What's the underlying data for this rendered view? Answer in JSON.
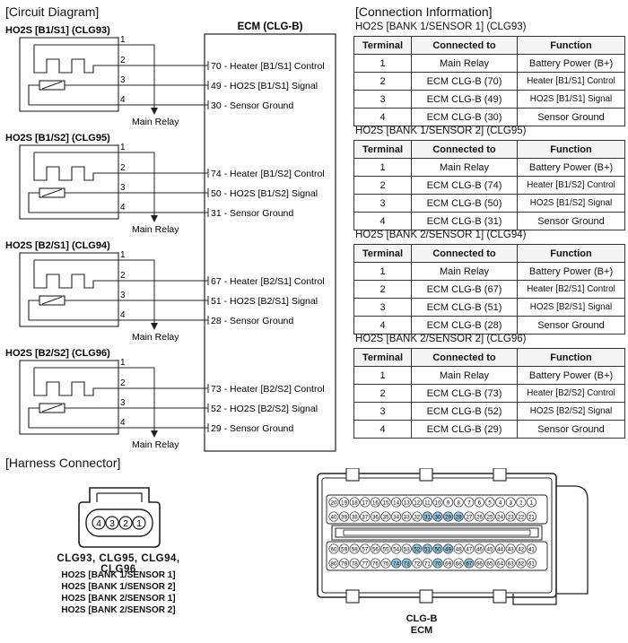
{
  "headers": {
    "circuit": "[Circuit Diagram]",
    "connection": "[Connection Information]",
    "harness": "[Harness Connector]"
  },
  "ecm_label": "ECM (CLG-B)",
  "main_relay": "Main Relay",
  "sensors": [
    {
      "title": "HO2S [B1/S1] (CLG93)",
      "pins": [
        "1",
        "2",
        "3",
        "4"
      ],
      "ecm": [
        "70 - Heater [B1/S1] Control",
        "49 - HO2S [B1/S1] Signal",
        "30 - Sensor Ground"
      ]
    },
    {
      "title": "HO2S [B1/S2] (CLG95)",
      "pins": [
        "1",
        "2",
        "3",
        "4"
      ],
      "ecm": [
        "74 - Heater [B1/S2] Control",
        "50 - HO2S [B1/S2] Signal",
        "31 - Sensor Ground"
      ]
    },
    {
      "title": "HO2S [B2/S1] (CLG94)",
      "pins": [
        "1",
        "2",
        "3",
        "4"
      ],
      "ecm": [
        "67 - Heater [B2/S1] Control",
        "51 - HO2S [B2/S1] Signal",
        "28 - Sensor Ground"
      ]
    },
    {
      "title": "HO2S [B2/S2] (CLG96)",
      "pins": [
        "1",
        "2",
        "3",
        "4"
      ],
      "ecm": [
        "73 - Heater [B2/S2] Control",
        "52 - HO2S [B2/S2] Signal",
        "29 - Sensor Ground"
      ]
    }
  ],
  "table_headers": [
    "Terminal",
    "Connected to",
    "Function"
  ],
  "tables": [
    {
      "caption": "HO2S [BANK 1/SENSOR 1] (CLG93)",
      "rows": [
        [
          "1",
          "Main Relay",
          "Battery Power (B+)"
        ],
        [
          "2",
          "ECM CLG-B (70)",
          "Heater [B1/S1] Control"
        ],
        [
          "3",
          "ECM CLG-B (49)",
          "HO2S [B1/S1] Signal"
        ],
        [
          "4",
          "ECM CLG-B (30)",
          "Sensor Ground"
        ]
      ]
    },
    {
      "caption": "HO2S [BANK 1/SENSOR 2] (CLG95)",
      "rows": [
        [
          "1",
          "Main Relay",
          "Battery Power (B+)"
        ],
        [
          "2",
          "ECM CLG-B (74)",
          "Heater [B1/S2] Control"
        ],
        [
          "3",
          "ECM CLG-B (50)",
          "HO2S [B1/S2] Signal"
        ],
        [
          "4",
          "ECM CLG-B (31)",
          "Sensor Ground"
        ]
      ]
    },
    {
      "caption": "HO2S [BANK 2/SENSOR 1] (CLG94)",
      "rows": [
        [
          "1",
          "Main Relay",
          "Battery Power (B+)"
        ],
        [
          "2",
          "ECM CLG-B (67)",
          "Heater [B2/S1] Control"
        ],
        [
          "3",
          "ECM CLG-B (51)",
          "HO2S [B2/S1] Signal"
        ],
        [
          "4",
          "ECM CLG-B (28)",
          "Sensor Ground"
        ]
      ]
    },
    {
      "caption": "HO2S [BANK 2/SENSOR 2] (CLG96)",
      "rows": [
        [
          "1",
          "Main Relay",
          "Battery Power (B+)"
        ],
        [
          "2",
          "ECM CLG-B (73)",
          "Heater [B2/S2] Control"
        ],
        [
          "3",
          "ECM CLG-B (52)",
          "HO2S [B2/S2] Signal"
        ],
        [
          "4",
          "ECM CLG-B (29)",
          "Sensor Ground"
        ]
      ]
    }
  ],
  "harness": {
    "connector_pins": [
      "4",
      "3",
      "2",
      "1"
    ],
    "model_caption": "CLG93, CLG95, CLG94, CLG96",
    "sensor_list": [
      "HO2S [BANK 1/SENSOR 1]",
      "HO2S [BANK 1/SENSOR 2]",
      "HO2S [BANK 2/SENSOR 1]",
      "HO2S [BANK 2/SENSOR 2]"
    ],
    "ecm_caption": [
      "CLG-B",
      "ECM"
    ],
    "ecm_row1": [
      "20",
      "19",
      "18",
      "17",
      "16",
      "15",
      "14",
      "13",
      "12",
      "11",
      "10",
      "9",
      "8",
      "7",
      "6",
      "5",
      "4",
      "3",
      "2",
      "1"
    ],
    "ecm_row2": [
      "40",
      "39",
      "38",
      "37",
      "36",
      "35",
      "34",
      "33",
      "32",
      "31",
      "30",
      "29",
      "28",
      "27",
      "26",
      "25",
      "24",
      "23",
      "22",
      "21"
    ],
    "ecm_row3": [
      "60",
      "59",
      "58",
      "57",
      "56",
      "55",
      "54",
      "53",
      "52",
      "51",
      "50",
      "49",
      "48",
      "47",
      "46",
      "45",
      "44",
      "43",
      "42",
      "41"
    ],
    "ecm_row4": [
      "80",
      "79",
      "78",
      "77",
      "76",
      "75",
      "74",
      "73",
      "72",
      "71",
      "70",
      "69",
      "68",
      "67",
      "66",
      "65",
      "64",
      "63",
      "62",
      "61"
    ],
    "highlighted_pins": [
      "31",
      "30",
      "29",
      "28",
      "52",
      "51",
      "50",
      "49",
      "74",
      "73",
      "70",
      "67"
    ],
    "highlight_color": "#8fc3dd"
  }
}
